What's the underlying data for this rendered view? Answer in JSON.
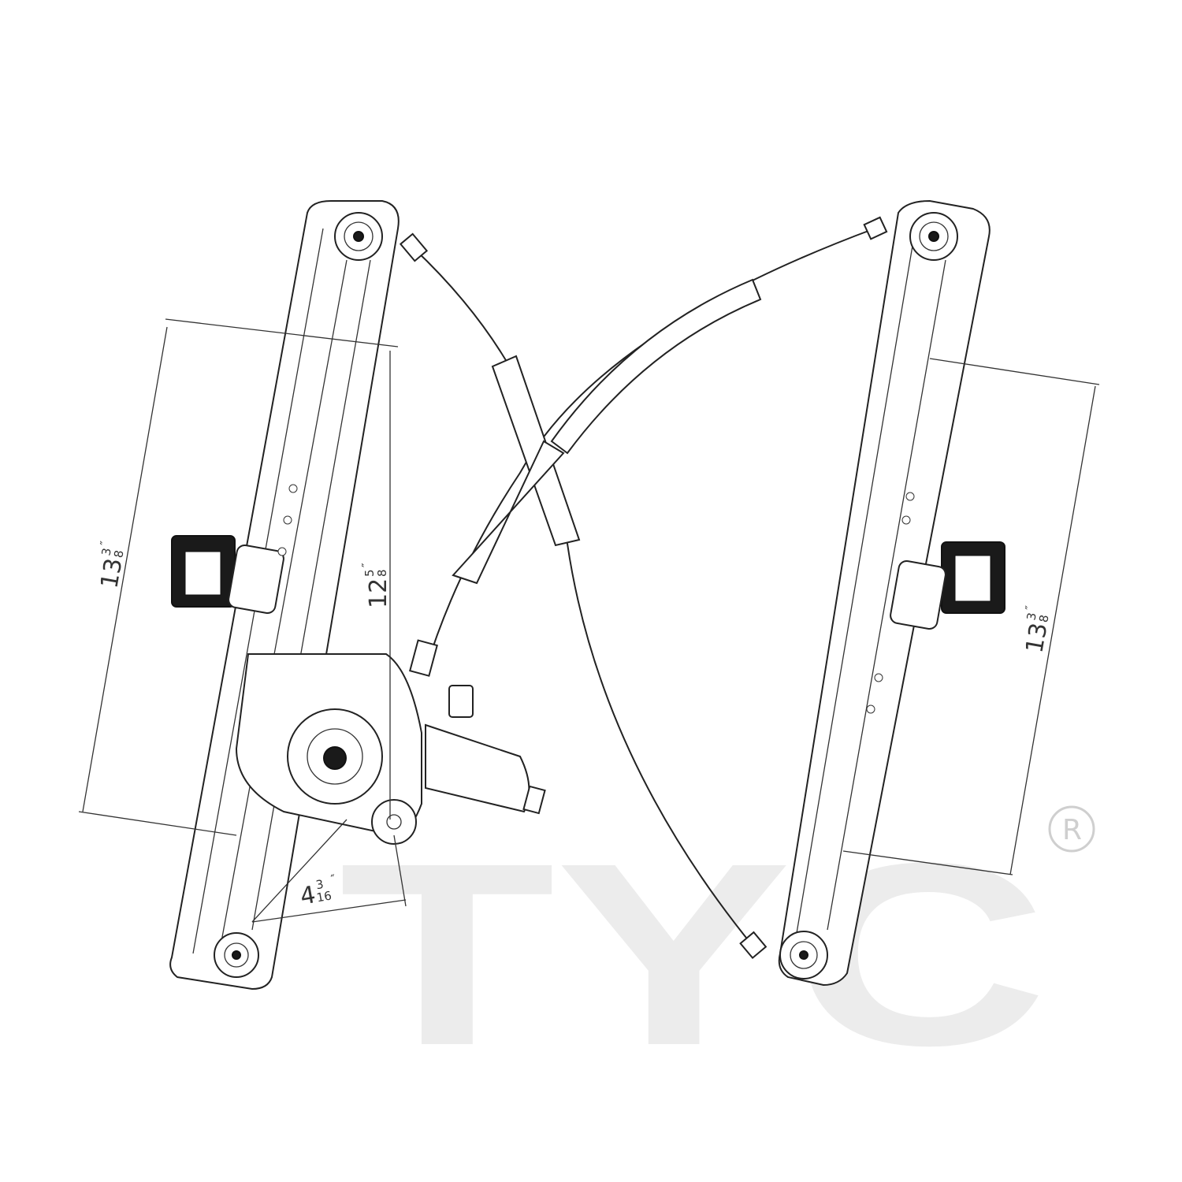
{
  "watermark": {
    "brand": "TYC",
    "registered_mark": "R"
  },
  "dimensions": {
    "left_rail_length": {
      "whole": "13",
      "num": "3",
      "den": "8",
      "unit": "″"
    },
    "motor_height": {
      "whole": "12",
      "num": "5",
      "den": "8",
      "unit": "″"
    },
    "motor_offset": {
      "whole": "4",
      "num": "3",
      "den": "16",
      "unit": "″"
    },
    "right_rail_length": {
      "whole": "13",
      "num": "3",
      "den": "8",
      "unit": "″"
    }
  }
}
